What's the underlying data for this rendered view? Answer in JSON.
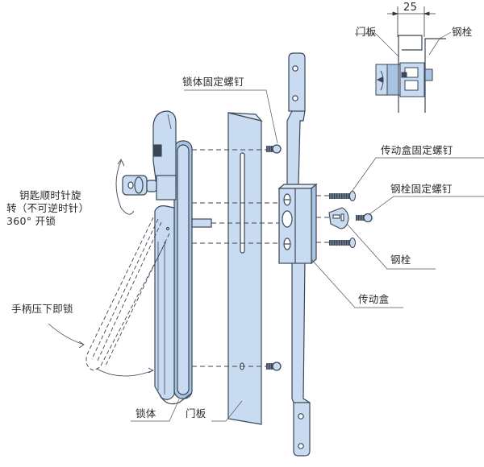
{
  "diagram": {
    "title": "",
    "colors": {
      "part_fill": "#c8dbf1",
      "part_fill_dark": "#a9c3e3",
      "outline": "#3b4656",
      "leader": "#555555",
      "text": "#2a2a2a"
    },
    "labels": {
      "lock_body_fixing_screw": "锁体固定螺钉",
      "transmission_box_fixing_screw": "传动盒固定螺钉",
      "steel_bolt_fixing_screw": "钢栓固定螺钉",
      "steel_bolt": "钢栓",
      "transmission_box": "传动盒",
      "key_instruction_line1": "钥匙顺时针旋",
      "key_instruction_line2": "转（不可逆时针）",
      "key_instruction_line3": "360°  开锁",
      "handle_press_lock": "手柄压下即锁",
      "lock_body": "锁体",
      "door_panel": "门板"
    },
    "inset": {
      "dimension_value": "25",
      "door_panel_label": "门板",
      "steel_bolt_label": "钢栓"
    }
  }
}
